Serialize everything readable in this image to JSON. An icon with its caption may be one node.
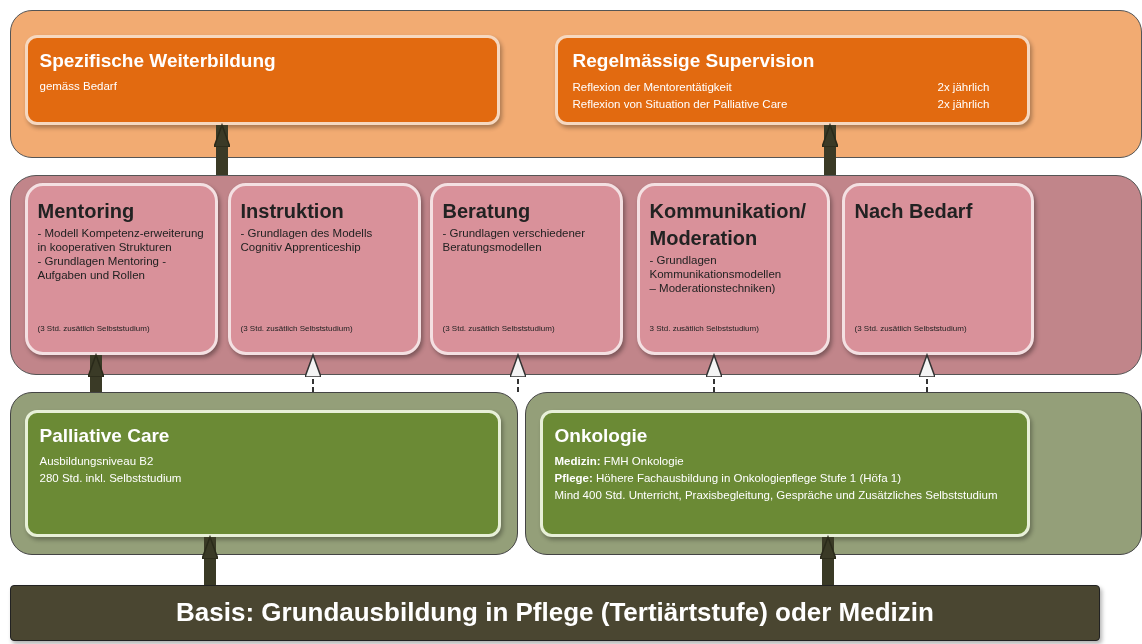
{
  "diagram": {
    "nodes": [
      {
        "text": [],
        "shape": "box"
      },
      {
        "text": [
          "Spezifische Weiterbildung",
          "gemäss Bedarf"
        ],
        "in": 0
      },
      {
        "text": [
          "Regelmässige Supervision",
          "Reflexion der Mentorentätigkeit",
          "2x jährlich",
          "Reflexion von Situation der Palliative Care",
          "2x jährlich"
        ],
        "in": 0
      },
      {
        "text": [],
        "shape": "box"
      },
      {
        "text": [
          "Mentoring",
          "- Modell Kompetenz-erweiterung in kooperativen Strukturen",
          "- Grundlagen Mentoring - Aufgaben und Rollen",
          "(3 Std. zusätlich Selbststudium)"
        ],
        "in": 3
      },
      {
        "text": [
          "Instruktion",
          "- Grundlagen des Modells Cognitiv Apprenticeship",
          "(3 Std. zusätlich Selbststudium)"
        ],
        "in": 3
      },
      {
        "text": [
          "Beratung",
          "- Grundlagen verschiedener Beratungsmodellen",
          "(3 Std. zusätlich Selbststudium)"
        ],
        "in": 3
      },
      {
        "text": [
          "Kommunikation/ Moderation",
          "- Grundlagen Kommunikationsmodellen",
          "– Moderationstechniken)",
          "3 Std. zusätlich Selbststudium)"
        ],
        "in": 3
      },
      {
        "text": [
          "Nach Bedarf",
          "(3 Std. zusätlich Selbststudium)"
        ],
        "in": 3
      },
      {
        "text": [],
        "shape": "box"
      },
      {
        "text": [
          "Palliative Care",
          "Ausbildungsniveau B2",
          "280 Std. inkl. Selbststudium"
        ],
        "in": 9
      },
      {
        "text": [],
        "shape": "box"
      },
      {
        "text": [
          "Onkologie",
          "**Medizin:** FMH Onkologie",
          "**Pflege:** Höhere Fachausbildung in Onkologiepflege Stufe 1 (Höfa 1)",
          "Mind 400 Std. Unterricht, Praxisbegleitung, Gespräche und Zusätzliches Selbststudium"
        ],
        "in": 11
      },
      {
        "text": [
          "Basis: Grundausbildung in Pflege (Tertiärtstufe) oder Medizin"
        ]
      }
    ],
    "edges": [
      {
        "from": 13,
        "to": 10,
        "arrow": "to"
      },
      {
        "from": 13,
        "to": 12,
        "arrow": "to"
      },
      {
        "from": 9,
        "to": 4,
        "arrow": "to"
      },
      {
        "from": 9,
        "to": 5,
        "arrow": "to",
        "style": "dashed"
      },
      {
        "from": 9,
        "to": 6,
        "arrow": "to",
        "style": "dashed"
      },
      {
        "from": 11,
        "to": 7,
        "arrow": "to",
        "style": "dashed"
      },
      {
        "from": 11,
        "to": 8,
        "arrow": "to",
        "style": "dashed"
      },
      {
        "from": 3,
        "to": 1,
        "arrow": "to"
      },
      {
        "from": 3,
        "to": 2,
        "arrow": "to"
      }
    ]
  }
}
